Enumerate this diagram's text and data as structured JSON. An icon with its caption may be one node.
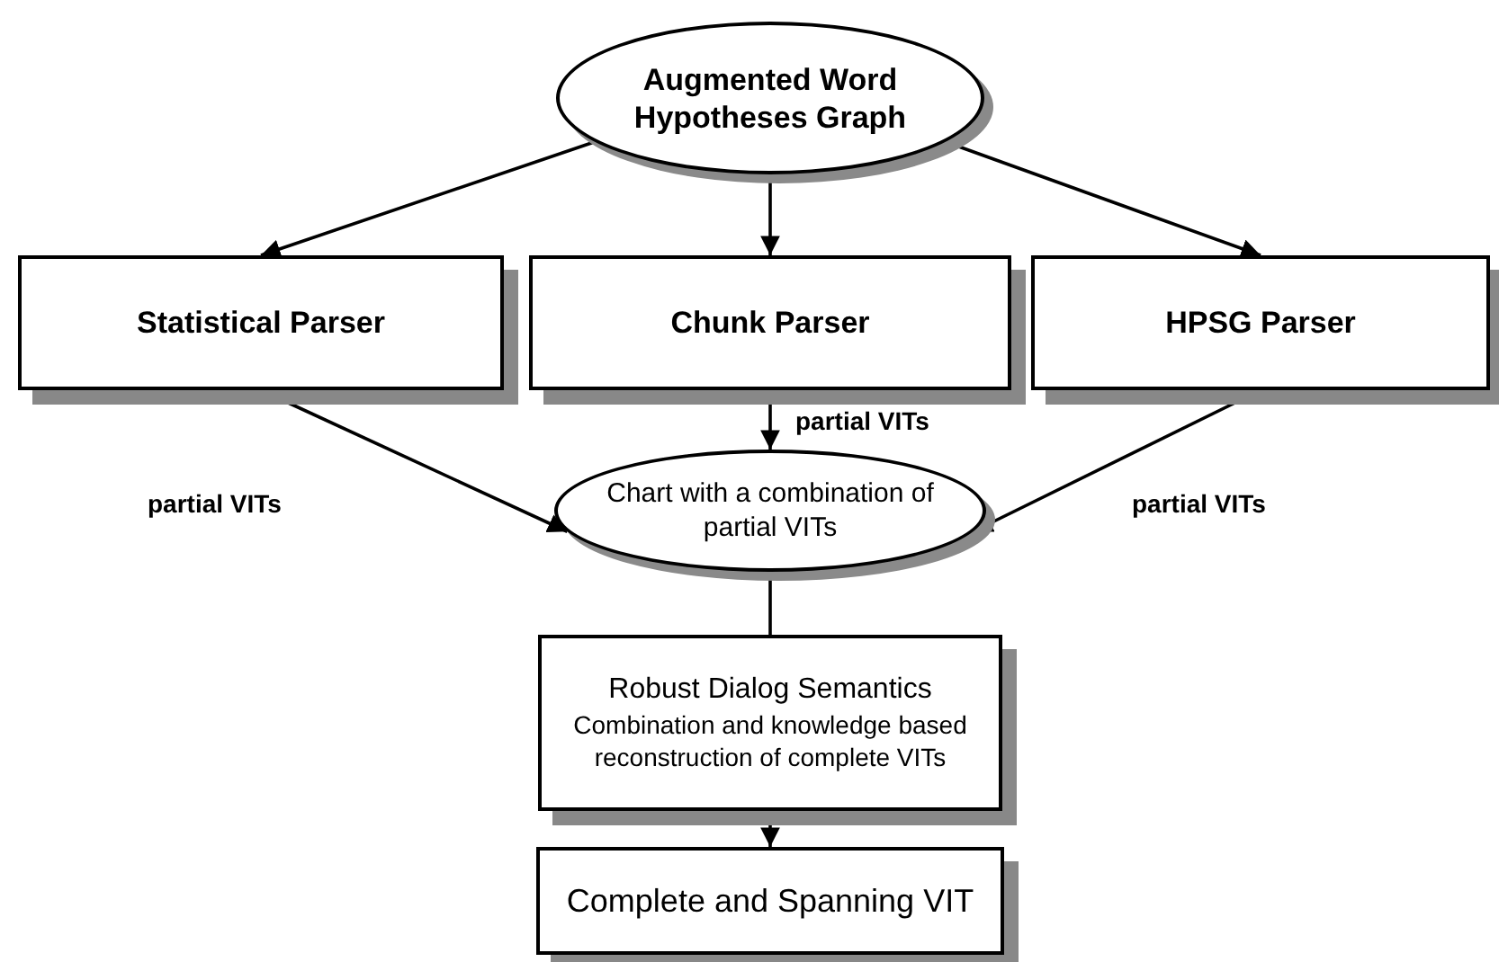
{
  "diagram": {
    "nodes": [
      {
        "text": [
          "Augmented Word Hypotheses Graph"
        ]
      },
      {
        "text": [
          "Statistical Parser"
        ]
      },
      {
        "text": [
          "Chunk Parser"
        ]
      },
      {
        "text": [
          "HPSG Parser"
        ]
      },
      {
        "text": [
          "Chart with a combination of partial VITs"
        ]
      },
      {
        "text": [
          "Robust Dialog Semantics",
          "Combination and knowledge based reconstruction of complete VITs"
        ]
      },
      {
        "text": [
          "Complete and Spanning VIT"
        ]
      }
    ],
    "edges": [
      {
        "from": 0,
        "to": 1,
        "arrow": "to"
      },
      {
        "from": 0,
        "to": 2,
        "arrow": "to"
      },
      {
        "from": 0,
        "to": 3,
        "arrow": "to"
      },
      {
        "from": 1,
        "to": 4,
        "arrow": "to",
        "label": "partial VITs"
      },
      {
        "from": 2,
        "to": 4,
        "arrow": "to",
        "label": "partial VITs"
      },
      {
        "from": 3,
        "to": 4,
        "arrow": "to",
        "label": "partial VITs"
      },
      {
        "from": 4,
        "to": 5,
        "arrow": "none"
      },
      {
        "from": 5,
        "to": 6,
        "arrow": "to"
      }
    ]
  }
}
